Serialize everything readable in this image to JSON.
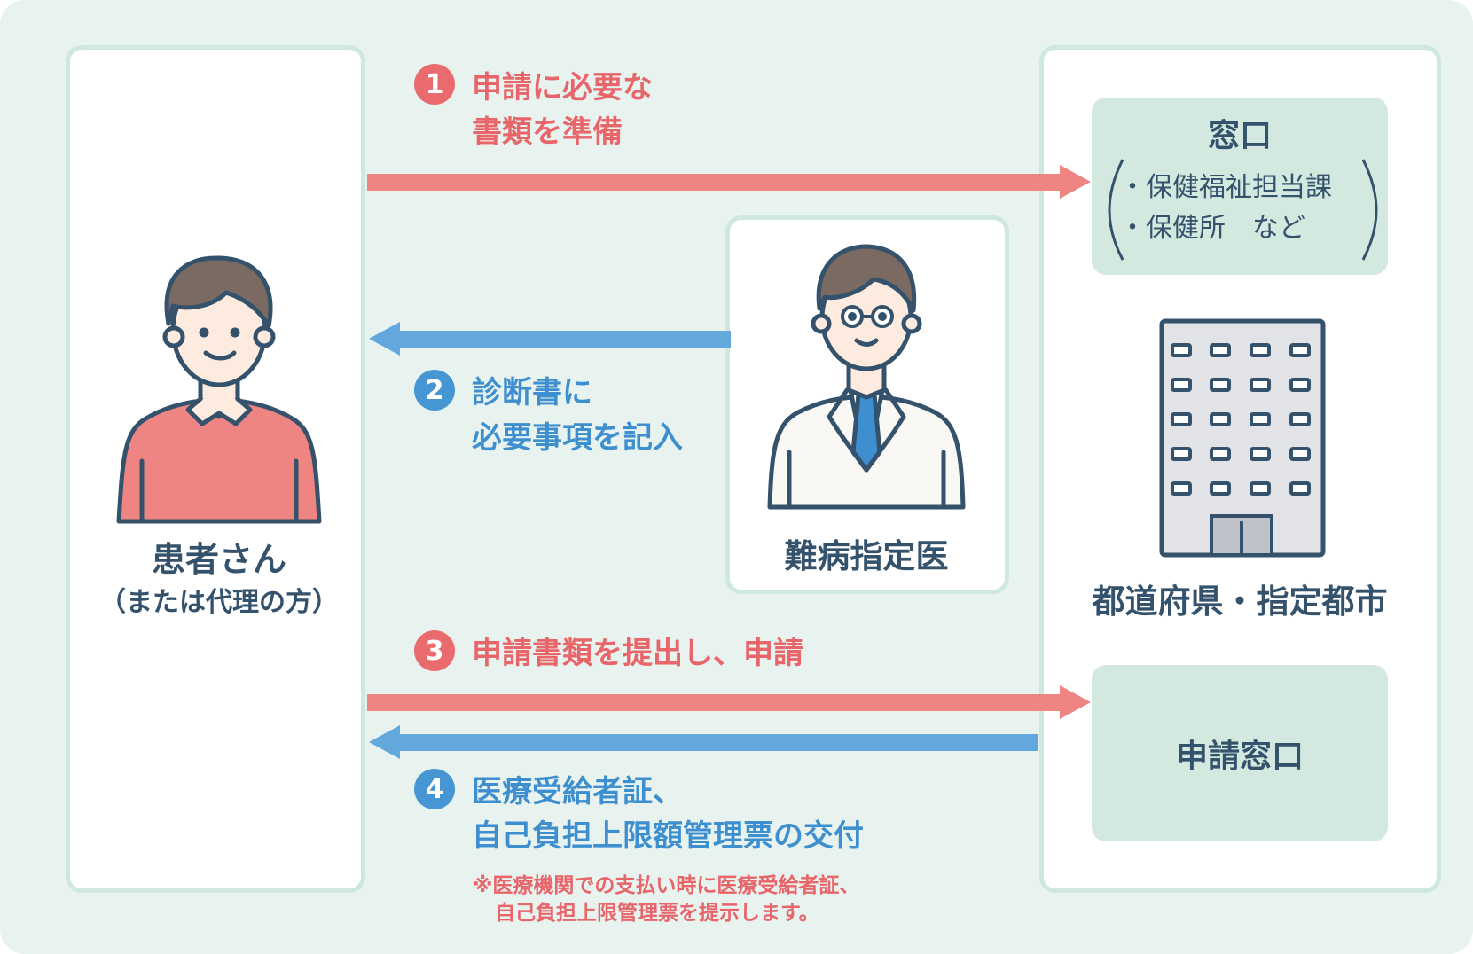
{
  "patient": {
    "title": "患者さん",
    "subtitle": "（または代理の方）"
  },
  "doctor": {
    "title": "難病指定医"
  },
  "government": {
    "title": "都道府県・指定都市",
    "counter": {
      "title": "窓口",
      "items": [
        "・保健福祉担当課",
        "・保健所　など"
      ]
    },
    "application_counter": {
      "title": "申請窓口"
    }
  },
  "steps": [
    {
      "number": "1",
      "lines": [
        "申請に必要な",
        "書類を準備"
      ]
    },
    {
      "number": "2",
      "lines": [
        "診断書に",
        "必要事項を記入"
      ]
    },
    {
      "number": "3",
      "lines": [
        "申請書類を提出し、申請"
      ]
    },
    {
      "number": "4",
      "lines": [
        "医療受給者証、",
        "自己負担上限額管理票の交付"
      ]
    }
  ],
  "note": [
    "※医療機関での支払い時に医療受給者証、",
    "自己負担上限管理票を提示します。"
  ],
  "colors": {
    "red": "#ef8582",
    "blue": "#63a8dc",
    "dark": "#34526b",
    "tile": "#d3e9e0"
  }
}
